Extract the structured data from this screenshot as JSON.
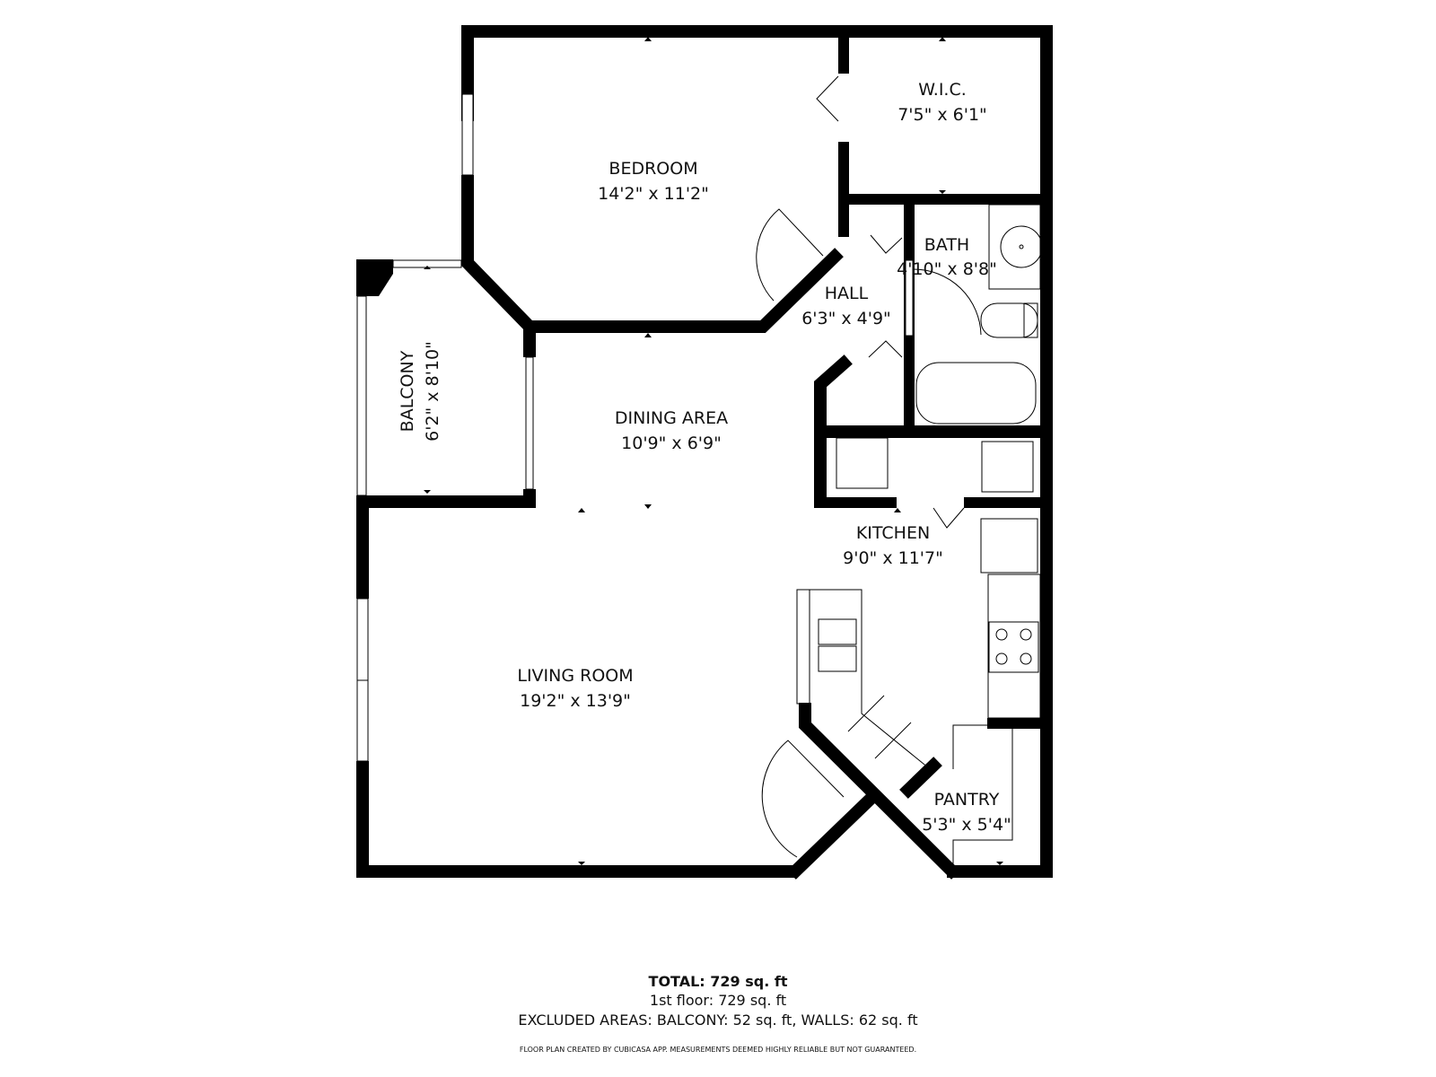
{
  "floor_plan": {
    "rooms": [
      {
        "id": "bedroom",
        "name": "BEDROOM",
        "dimensions": "14'2\" x 11'2\""
      },
      {
        "id": "wic",
        "name": "W.I.C.",
        "dimensions": "7'5\" x 6'1\""
      },
      {
        "id": "bath",
        "name": "BATH",
        "dimensions": "4'10\" x 8'8\""
      },
      {
        "id": "hall",
        "name": "HALL",
        "dimensions": "6'3\" x 4'9\""
      },
      {
        "id": "balcony",
        "name": "BALCONY",
        "dimensions": "6'2\" x 8'10\""
      },
      {
        "id": "dining",
        "name": "DINING AREA",
        "dimensions": "10'9\" x 6'9\""
      },
      {
        "id": "kitchen",
        "name": "KITCHEN",
        "dimensions": "9'0\" x 11'7\""
      },
      {
        "id": "living",
        "name": "LIVING ROOM",
        "dimensions": "19'2\" x 13'9\""
      },
      {
        "id": "pantry",
        "name": "PANTRY",
        "dimensions": "5'3\" x 5'4\""
      }
    ]
  },
  "summary": {
    "total": "TOTAL: 729 sq. ft",
    "floor_1": "1st floor: 729 sq. ft",
    "excluded": "EXCLUDED AREAS: BALCONY: 52 sq. ft, WALLS: 62 sq. ft",
    "disclaimer": "FLOOR PLAN CREATED BY CUBICASA APP. MEASUREMENTS DEEMED HIGHLY RELIABLE BUT NOT GUARANTEED."
  }
}
